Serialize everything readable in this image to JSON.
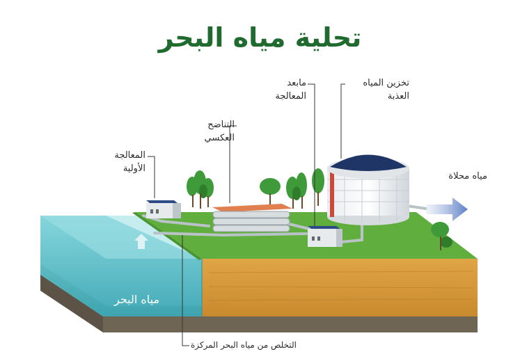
{
  "title": "تحلية مياه البحر",
  "labels": {
    "pretreatment_line1": "المعالجة",
    "pretreatment_line2": "الأولية",
    "reverse_osmosis_line1": "التناضح",
    "reverse_osmosis_line2": "العكسي",
    "post_treatment_line1": "مابعد",
    "post_treatment_line2": "المعالجة",
    "fresh_storage_line1": "تخزين المياه",
    "fresh_storage_line2": "العذبة",
    "desalinated_water": "مياه محلاة",
    "sea_water": "مياه البحر",
    "brine_disposal": "التخلص من مياه البحر المركزة"
  },
  "colors": {
    "title": "#1f6b2f",
    "grass": "#5fae3e",
    "soil": "#d59a3a",
    "sea": "#5fc2cc",
    "tank_roof": "#1e3566",
    "arrow": "#5b7fc4"
  }
}
